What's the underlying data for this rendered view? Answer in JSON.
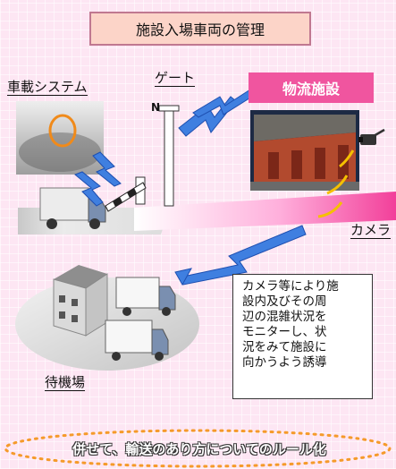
{
  "title": "施設入場車両の管理",
  "labels": {
    "onboard_system": "車載システム",
    "gate": "ゲート",
    "logistics_facility": "物流施設",
    "camera": "カメラ",
    "waiting_area": "待機場"
  },
  "gate_letter": "N",
  "description_lines": [
    "カメラ等により施",
    "設内及びその周",
    "辺の混雑状況を",
    "モニターし、状",
    "況をみて施設に",
    "向かうよう誘導"
  ],
  "footer": "併せて、輸送のあり方についてのルール化",
  "colors": {
    "background": "#fde6f3",
    "facility_pink": "#f0559f",
    "arrow_blue": "#3f7fe0",
    "signal_yellow": "#f5c000",
    "onboard_marker": "#f08a1a",
    "footer_dots": "#f59a2a"
  }
}
